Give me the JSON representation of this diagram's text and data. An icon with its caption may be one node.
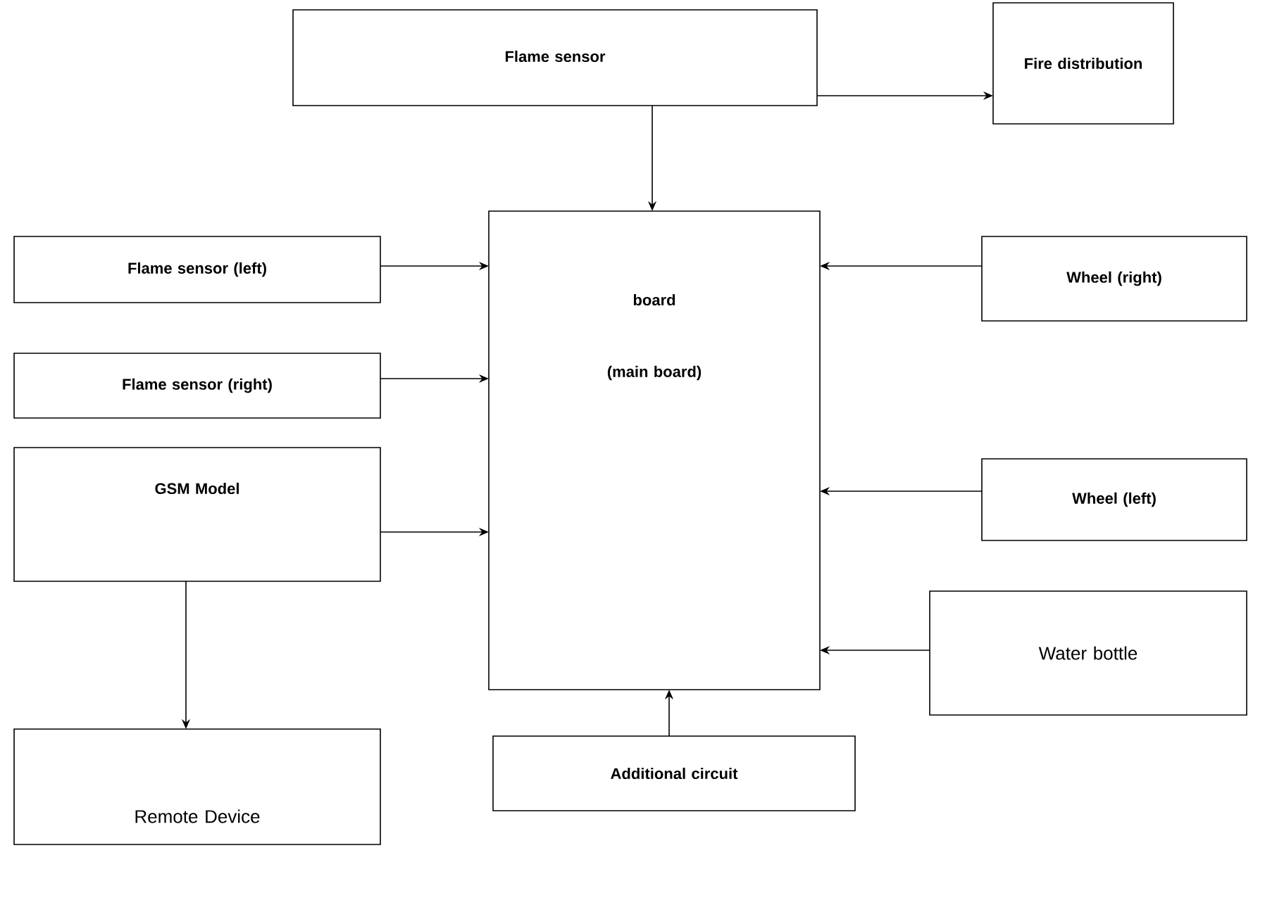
{
  "diagram": {
    "nodes": [
      {
        "text": [
          "Flame sensor"
        ]
      },
      {
        "text": [
          "Fire distribution"
        ]
      },
      {
        "text": [
          "board",
          "(main board)"
        ]
      },
      {
        "text": [
          "Flame sensor (left)"
        ]
      },
      {
        "text": [
          "Wheel (right)"
        ]
      },
      {
        "text": [
          "Flame sensor (right)"
        ]
      },
      {
        "text": [
          "Wheel (left)"
        ]
      },
      {
        "text": [
          "GSM Model"
        ]
      },
      {
        "text": [
          "Water bottle"
        ]
      },
      {
        "text": [
          "Remote Device"
        ]
      },
      {
        "text": [
          "Additional circuit"
        ]
      }
    ],
    "edges": [
      {
        "from": 0,
        "to": 2,
        "arrow": "to"
      },
      {
        "from": 0,
        "to": 1,
        "arrow": "to"
      },
      {
        "from": 3,
        "to": 2,
        "arrow": "to"
      },
      {
        "from": 4,
        "to": 2,
        "arrow": "to"
      },
      {
        "from": 5,
        "to": 2,
        "arrow": "to"
      },
      {
        "from": 6,
        "to": 2,
        "arrow": "to"
      },
      {
        "from": 7,
        "to": 2,
        "arrow": "to"
      },
      {
        "from": 8,
        "to": 2,
        "arrow": "to"
      },
      {
        "from": 7,
        "to": 9,
        "arrow": "to"
      },
      {
        "from": 10,
        "to": 2,
        "arrow": "to"
      }
    ]
  }
}
